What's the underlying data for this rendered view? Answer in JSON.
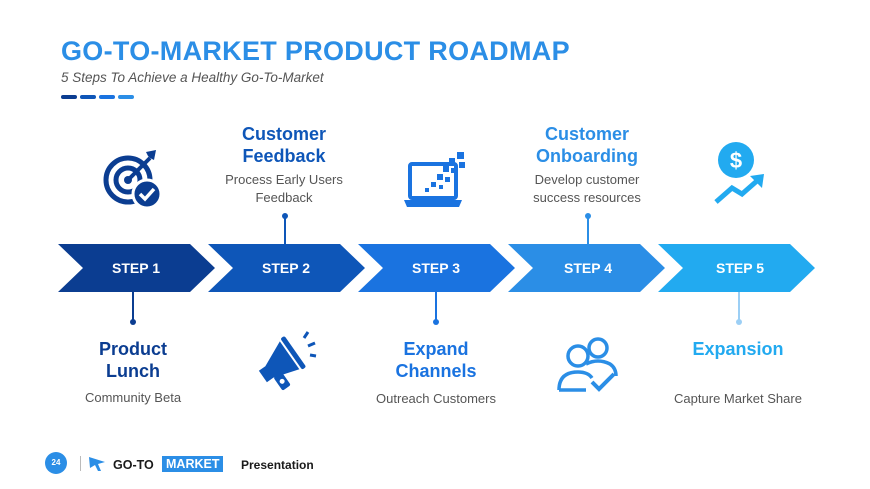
{
  "header": {
    "title": "GO-TO-MARKET PRODUCT ROADMAP",
    "subtitle": "5 Steps To Achieve a Healthy Go-To-Market"
  },
  "colors": {
    "step1": "#0b3d91",
    "step2": "#0e56b8",
    "step3": "#1a73e0",
    "step4": "#2b8ee6",
    "step5": "#22aaf0",
    "title": "#2b8ee6"
  },
  "steps": [
    {
      "label": "STEP 1",
      "title": "Product\nLunch",
      "desc": "Community Beta",
      "icon": "target-check-icon"
    },
    {
      "label": "STEP 2",
      "title": "Customer\nFeedback",
      "desc": "Process Early Users\nFeedback",
      "icon": "megaphone-icon"
    },
    {
      "label": "STEP 3",
      "title": "Expand\nChannels",
      "desc": "Outreach Customers",
      "icon": "laptop-pixels-icon"
    },
    {
      "label": "STEP 4",
      "title": "Customer\nOnboarding",
      "desc": "Develop customer\nsuccess resources",
      "icon": "users-check-icon"
    },
    {
      "label": "STEP 5",
      "title": "Expansion",
      "desc": "Capture Market Share",
      "icon": "dollar-growth-icon"
    }
  ],
  "footer": {
    "page_number": "24",
    "brand_part1": "GO-TO",
    "brand_part2": "MARKET",
    "label": "Presentation"
  }
}
